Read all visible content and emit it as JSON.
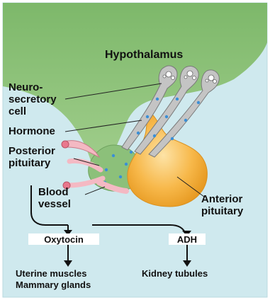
{
  "labels": {
    "hypothalamus": "Hypothalamus",
    "neurosecretory_line1": "Neuro-",
    "neurosecretory_line2": "secretory",
    "neurosecretory_line3": "cell",
    "hormone": "Hormone",
    "posterior_line1": "Posterior",
    "posterior_line2": "pituitary",
    "blood_line1": "Blood",
    "blood_line2": "vessel",
    "anterior_line1": "Anterior",
    "anterior_line2": "pituitary"
  },
  "hormones": {
    "left_box": "Oxytocin",
    "right_box": "ADH"
  },
  "targets": {
    "left_line1": "Uterine muscles",
    "left_line2": "Mammary glands",
    "right_line1": "Kidney tubules"
  },
  "colors": {
    "background_panel": "#cfe9ee",
    "hypothalamus_green": "#8cc07a",
    "anterior_orange": "#f7b84a",
    "neuron_gray": "#bdbdbd",
    "blood_vessel_pink": "#f4b9c3",
    "hormone_dot_blue": "#3a8fd6"
  }
}
